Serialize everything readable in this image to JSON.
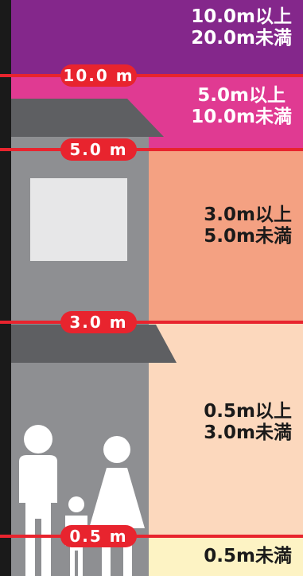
{
  "bands": [
    {
      "id": "band-10-20",
      "line1": "10.0m以上",
      "line2": "20.0m未満",
      "color": "#84278b",
      "text_color": "#ffffff"
    },
    {
      "id": "band-5-10",
      "line1": "5.0m以上",
      "line2": "10.0m未満",
      "color": "#e03a92",
      "text_color": "#ffffff"
    },
    {
      "id": "band-3-5",
      "line1": "3.0m以上",
      "line2": "5.0m未満",
      "color": "#f4a182",
      "text_color": "#1a1a1a"
    },
    {
      "id": "band-05-3",
      "line1": "0.5m以上",
      "line2": "3.0m未満",
      "color": "#fcd8bd",
      "text_color": "#1a1a1a"
    },
    {
      "id": "band-0-05",
      "line1": "0.5m未満",
      "line2": "",
      "color": "#fdf3c4",
      "text_color": "#1a1a1a"
    }
  ],
  "markers": [
    {
      "label": "10.0 m"
    },
    {
      "label": "5.0 m"
    },
    {
      "label": "3.0 m"
    },
    {
      "label": "0.5 m"
    }
  ],
  "colors": {
    "line": "#e8242e",
    "house_wall": "#8e8f92",
    "roof": "#5e5f62",
    "window": "#e7e7e8",
    "people": "#ffffff"
  }
}
